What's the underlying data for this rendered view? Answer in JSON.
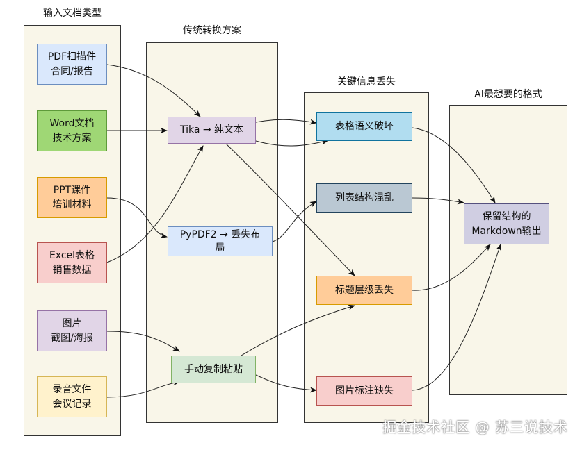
{
  "lanes": {
    "input": {
      "title": "输入文档类型"
    },
    "convert": {
      "title": "传统转换方案"
    },
    "loss": {
      "title": "关键信息丢失"
    },
    "ideal": {
      "title": "AI最想要的格式"
    }
  },
  "inputs": {
    "pdf": {
      "line1": "PDF扫描件",
      "line2": "合同/报告"
    },
    "word": {
      "line1": "Word文档",
      "line2": "技术方案"
    },
    "ppt": {
      "line1": "PPT课件",
      "line2": "培训材料"
    },
    "excel": {
      "line1": "Excel表格",
      "line2": "销售数据"
    },
    "image": {
      "line1": "图片",
      "line2": "截图/海报"
    },
    "audio": {
      "line1": "录音文件",
      "line2": "会议记录"
    }
  },
  "converters": {
    "tika": {
      "line1": "Tika → 纯文本"
    },
    "pypdf": {
      "line1": "PyPDF2 → 丢失布",
      "line2": "局"
    },
    "manual": {
      "line1": "手动复制粘贴"
    }
  },
  "losses": {
    "table": {
      "line1": "表格语义破坏"
    },
    "list": {
      "line1": "列表结构混乱"
    },
    "heading": {
      "line1": "标题层级丢失"
    },
    "image": {
      "line1": "图片标注缺失"
    }
  },
  "ideal": {
    "markdown": {
      "line1": "保留结构的",
      "line2": "Markdown输出"
    }
  },
  "watermark": "掘金技术社区 @ 苏三说技术"
}
